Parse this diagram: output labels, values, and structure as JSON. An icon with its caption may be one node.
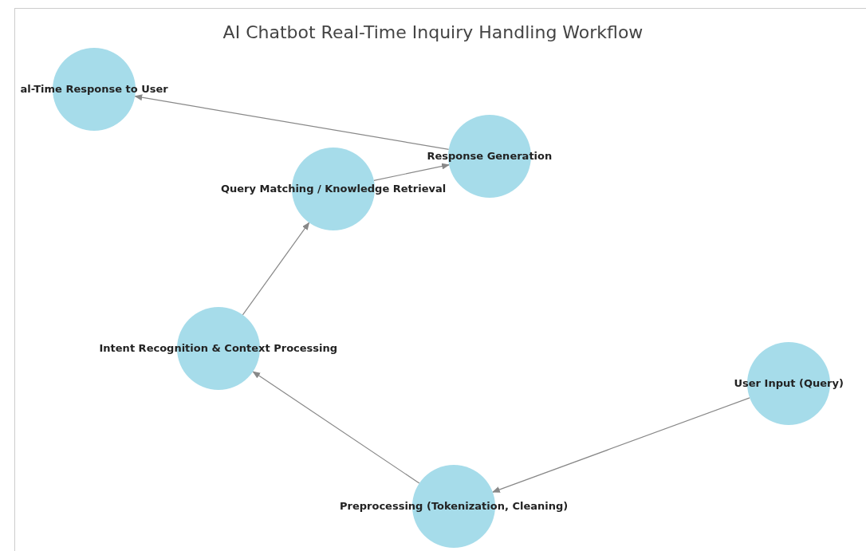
{
  "diagram": {
    "title": "AI Chatbot Real-Time Inquiry Handling Workflow",
    "nodes": [
      {
        "text": [
          "User Input (Query)"
        ]
      },
      {
        "text": [
          "Preprocessing (Tokenization, Cleaning)"
        ]
      },
      {
        "text": [
          "Intent Recognition & Context Processing"
        ]
      },
      {
        "text": [
          "Query Matching / Knowledge Retrieval"
        ]
      },
      {
        "text": [
          "Response Generation"
        ]
      },
      {
        "text": [
          "al-Time Response to User"
        ]
      }
    ],
    "edges": [
      {
        "from": 0,
        "to": 1,
        "arrow": "to"
      },
      {
        "from": 1,
        "to": 2,
        "arrow": "to"
      },
      {
        "from": 2,
        "to": 3,
        "arrow": "to"
      },
      {
        "from": 3,
        "to": 4,
        "arrow": "to"
      },
      {
        "from": 4,
        "to": 5,
        "arrow": "to"
      }
    ]
  }
}
